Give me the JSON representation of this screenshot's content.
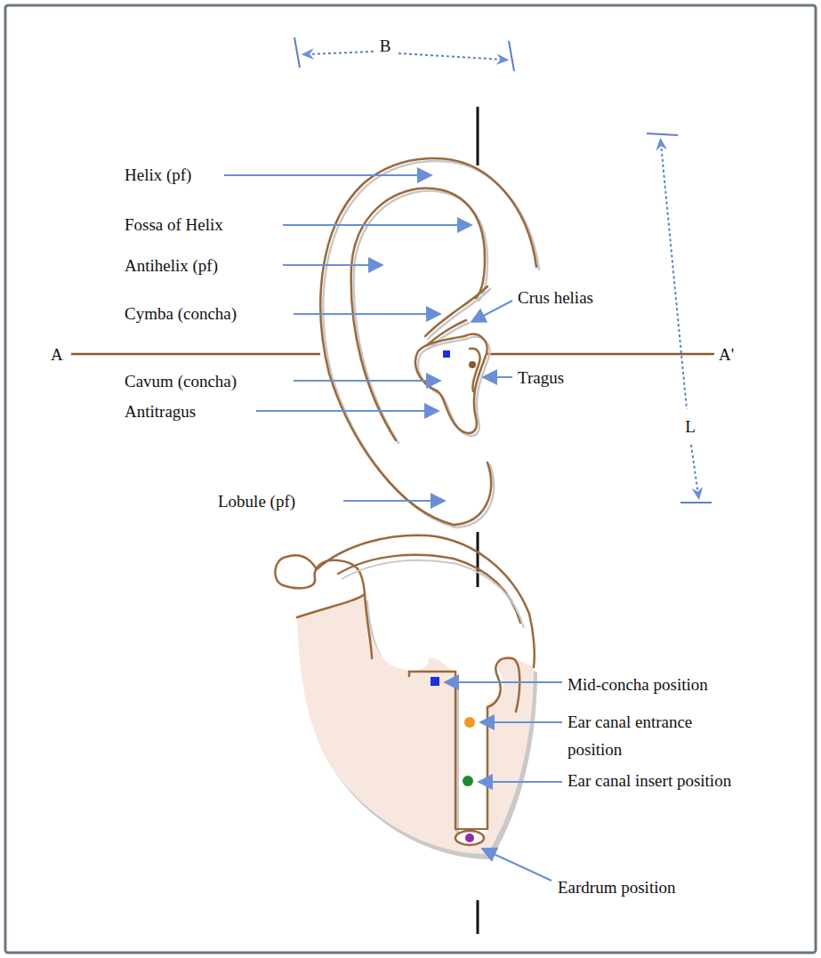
{
  "diagram": {
    "labels": [
      "B",
      "L",
      "A",
      "A'",
      "Helix (pf)",
      "Fossa of Helix",
      "Antihelix (pf)",
      "Cymba (concha)",
      "Crus helias",
      "Cavum (concha)",
      "Tragus",
      "Antitragus",
      "Lobule (pf)",
      "Mid-concha position",
      "Ear canal entrance position",
      "Ear canal insert position",
      "Eardrum position"
    ]
  }
}
